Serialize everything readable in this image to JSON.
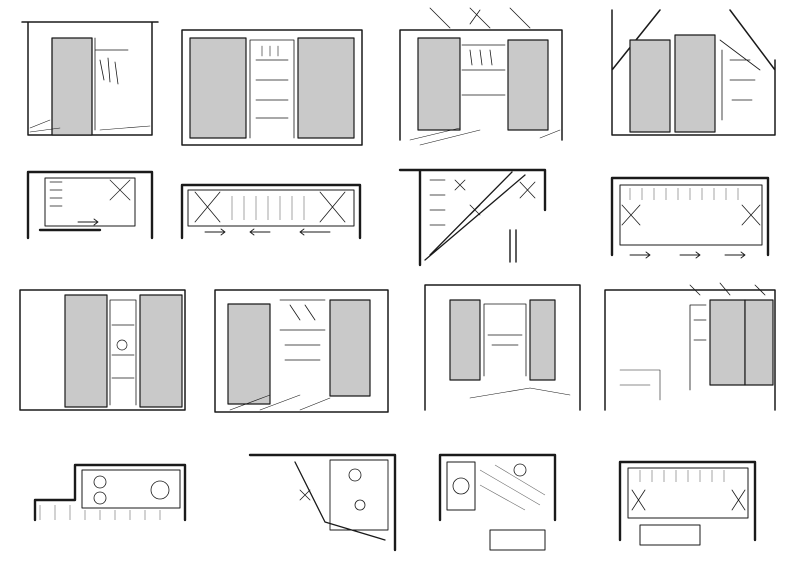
{
  "sheet": {
    "kind": "sliding-door wardrobe sketches with plan views",
    "ink_color": "#1a1a1a",
    "panel_color": "#c9c9c9",
    "background": "#ffffff"
  },
  "rows": [
    {
      "type": "perspective",
      "cells": [
        {
          "scene": "closet-single-door",
          "icon": "sliding-door-icon"
        },
        {
          "scene": "wardrobe-two-doors-open-center",
          "icon": "sliding-door-icon"
        },
        {
          "scene": "walk-in-corner-closet",
          "icon": "sliding-door-icon"
        },
        {
          "scene": "attic-sloped-closet",
          "icon": "sliding-door-icon"
        }
      ]
    },
    {
      "type": "plan",
      "cells": [
        {
          "scene": "plan-small-closet"
        },
        {
          "scene": "plan-long-wardrobe"
        },
        {
          "scene": "plan-diagonal-corner"
        },
        {
          "scene": "plan-u-shaped-wardrobe"
        }
      ]
    },
    {
      "type": "perspective",
      "cells": [
        {
          "scene": "kitchen-niche"
        },
        {
          "scene": "corner-kitchen"
        },
        {
          "scene": "bathroom-alcove"
        },
        {
          "scene": "bedroom-closet"
        }
      ]
    },
    {
      "type": "plan",
      "cells": [
        {
          "scene": "plan-kitchen-l"
        },
        {
          "scene": "plan-angled-room"
        },
        {
          "scene": "plan-bathroom"
        },
        {
          "scene": "plan-dressing-room"
        }
      ]
    }
  ]
}
